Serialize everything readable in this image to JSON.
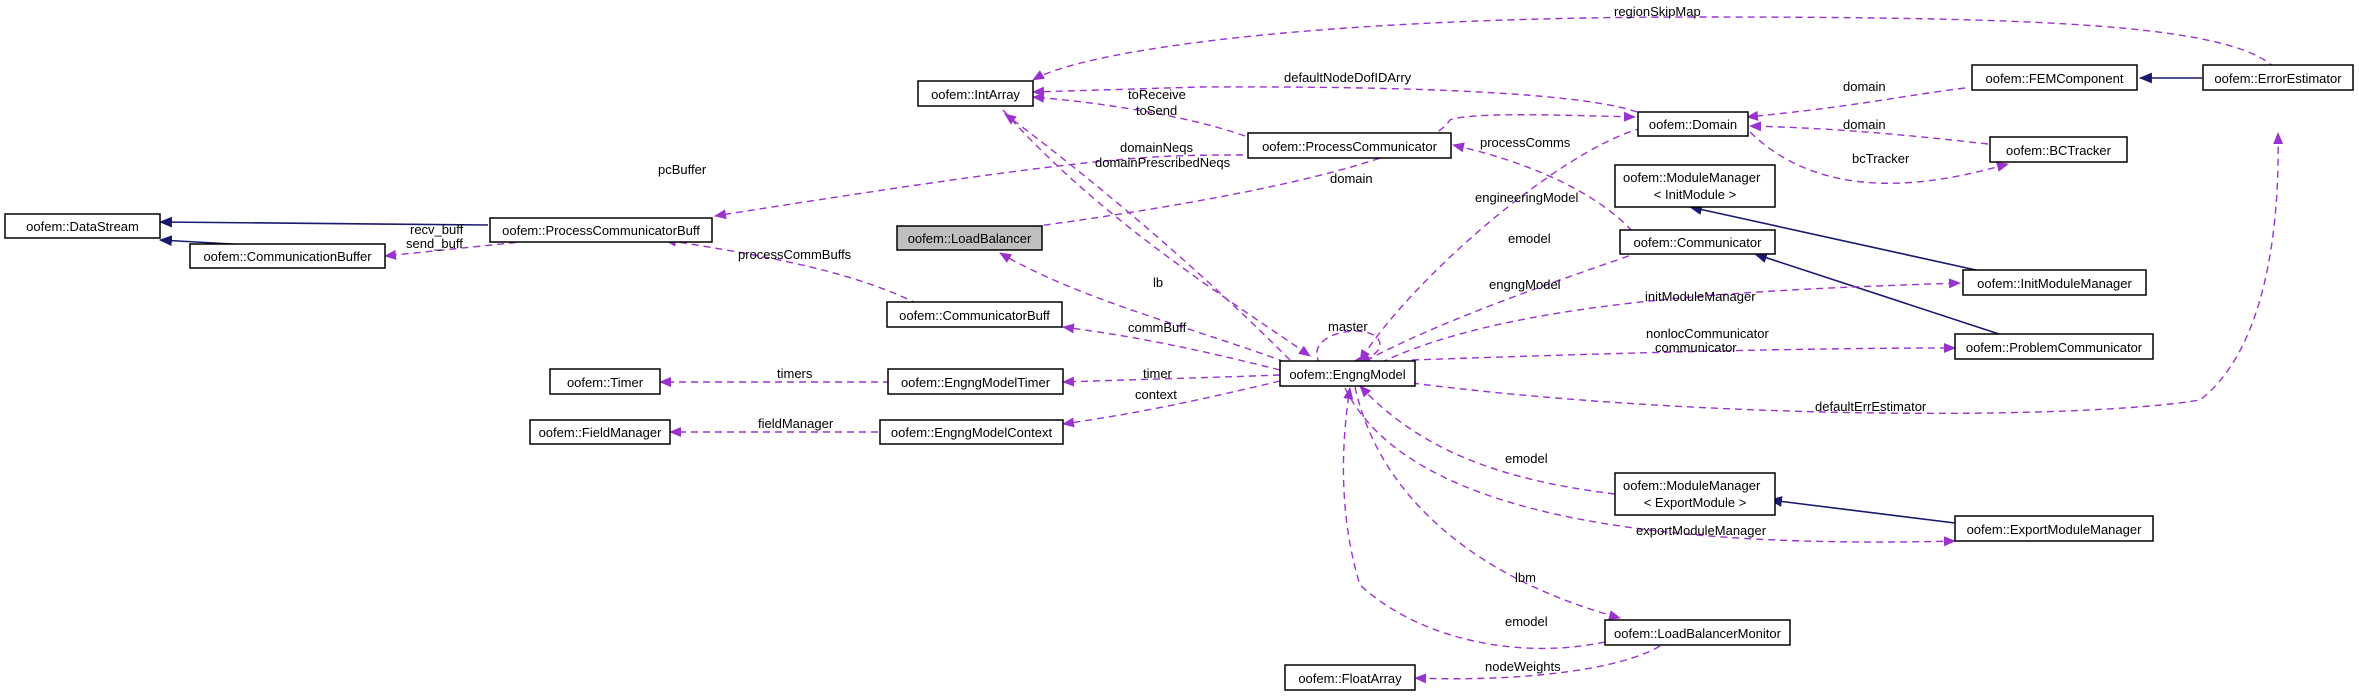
{
  "nodes": {
    "datastream": "oofem::DataStream",
    "communicationbuffer": "oofem::CommunicationBuffer",
    "processcommunicatorbuff": "oofem::ProcessCommunicatorBuff",
    "intarray": "oofem::IntArray",
    "loadbalancer": "oofem::LoadBalancer",
    "processcommunicator": "oofem::ProcessCommunicator",
    "domain": "oofem::Domain",
    "femcomponent": "oofem::FEMComponent",
    "errorestimator": "oofem::ErrorEstimator",
    "bctracker": "oofem::BCTracker",
    "modulemanager_init_1": "oofem::ModuleManager",
    "modulemanager_init_2": "< InitModule >",
    "communicator": "oofem::Communicator",
    "initmodulemanager": "oofem::InitModuleManager",
    "communicatorbuff": "oofem::CommunicatorBuff",
    "problemcommunicator": "oofem::ProblemCommunicator",
    "timer": "oofem::Timer",
    "engngmodeltimer": "oofem::EngngModelTimer",
    "engngmodel": "oofem::EngngModel",
    "fieldmanager": "oofem::FieldManager",
    "engngmodelcontext": "oofem::EngngModelContext",
    "modulemanager_export_1": "oofem::ModuleManager",
    "modulemanager_export_2": "< ExportModule >",
    "exportmodulemanager": "oofem::ExportModuleManager",
    "loadbalancermonitor": "oofem::LoadBalancerMonitor",
    "floatarray": "oofem::FloatArray"
  },
  "edges": {
    "regionskipmap": "regionSkipMap",
    "defaultnodedofidarry": "defaultNodeDofIDArry",
    "domain_femc": "domain",
    "toreceive": "toReceive",
    "tosend": "toSend",
    "domain_bct": "domain",
    "bctracker": "bcTracker",
    "domainneqs": "domainNeqs",
    "domainprescribedneqs": "domainPrescribedNeqs",
    "processcomms": "processComms",
    "pcbuffer": "pcBuffer",
    "domain_lb": "domain",
    "engineeringmodel": "engineeringModel",
    "recv_buff": "recv_buff",
    "send_buff": "send_buff",
    "emodel_domain": "emodel",
    "processcommbuffs": "processCommBuffs",
    "lb": "lb",
    "engngmodel_comm": "engngModel",
    "master": "master",
    "initmodulemanager": "initModuleManager",
    "commbuff": "commBuff",
    "nonloccommunicator": "nonlocCommunicator",
    "communicator": "communicator",
    "timers": "timers",
    "timer": "timer",
    "context": "context",
    "fieldmanager": "fieldManager",
    "defaulterrestimator": "defaultErrEstimator",
    "emodel_export": "emodel",
    "exportmodulemanager": "exportModuleManager",
    "lbm": "lbm",
    "emodel_lbm": "emodel",
    "nodeweights": "nodeWeights"
  },
  "colors": {
    "dependency": "#9a32cd",
    "inheritance": "#191970",
    "highlight_fill": "#bfbfbf"
  }
}
